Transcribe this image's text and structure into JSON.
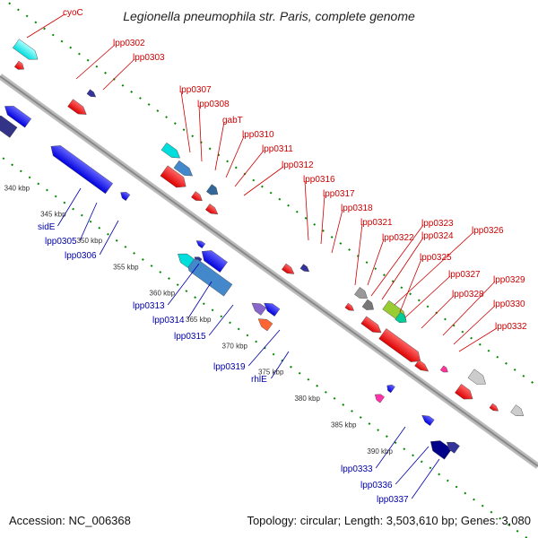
{
  "title": "Legionella pneumophila str. Paris, complete genome",
  "footer": {
    "accession": "Accession: NC_006368",
    "info": "Topology: circular; Length: 3,503,610 bp; Genes: 3,080"
  },
  "ticks": [
    "340 kbp",
    "345 kbp",
    "350 kbp",
    "355 kbp",
    "360 kbp",
    "365 kbp",
    "370 kbp",
    "375 kbp",
    "380 kbp",
    "385 kbp",
    "390 kbp"
  ],
  "gene_labels_forward": [
    "cyoC",
    "lpp0302",
    "lpp0303",
    "lpp0307",
    "lpp0308",
    "gabT",
    "lpp0310",
    "lpp0311",
    "lpp0312",
    "lpp0316",
    "lpp0317",
    "lpp0318",
    "lpp0321",
    "lpp0322",
    "lpp0323",
    "lpp0324",
    "lpp0326",
    "lpp0325",
    "lpp0327",
    "lpp0328",
    "lpp0329",
    "lpp0330",
    "lpp0332"
  ],
  "gene_labels_reverse": [
    "sidE",
    "lpp0305",
    "lpp0306",
    "lpp0313",
    "lpp0314",
    "lpp0315",
    "lpp0319",
    "rhlE",
    "lpp0333",
    "lpp0336",
    "lpp0337"
  ],
  "colors": {
    "forward": "#ff0000",
    "reverse": "#0000ff",
    "forward_label": "#cc0000",
    "reverse_label": "#0000aa",
    "backbone": "#999999",
    "dotted_track": "#008800"
  }
}
